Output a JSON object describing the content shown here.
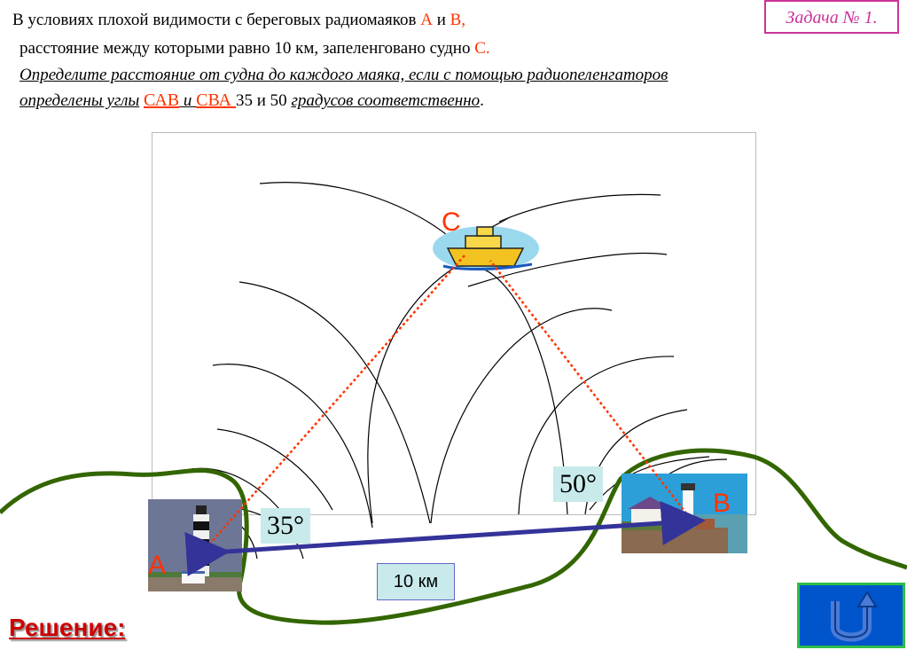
{
  "header": {
    "line1_a": "В условиях плохой видимости с береговых радиомаяков ",
    "point_a": "А",
    "line1_b": " и ",
    "point_b": "В,",
    "line2_a": "расстояние между которыми равно 10 км,  ",
    "line2_b": "запеленговано судно ",
    "point_c": "С.",
    "line3": "Определите расстояние от судна до каждого маяка, если с помощью радиопеленгаторов",
    "line4_a": "определены углы",
    "angle_cab": "САВ",
    "line4_b": " и ",
    "angle_cba": "СВА ",
    "line4_c": "35 и 50 ",
    "line4_d": "градусов соответственно",
    "line4_e": "."
  },
  "task_label": "Задача № 1.",
  "diagram": {
    "label_c": "С",
    "label_a": "А",
    "label_b": "В",
    "angle_a": "35°",
    "angle_b": "50°",
    "distance": "10 км",
    "colors": {
      "accent": "#ff3300",
      "coast": "#336600",
      "baseline": "#333399",
      "angle_box": "#c8eaea"
    }
  },
  "footer": {
    "solution_label": "Решение:",
    "nav_icon": "return-u-arrow-icon"
  }
}
